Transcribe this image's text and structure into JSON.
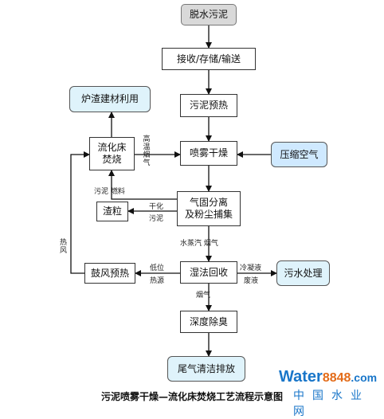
{
  "nodes": {
    "dewatered_sludge": "脱水污泥",
    "receive_store": "接收/存储/输送",
    "slag_reuse": "炉渣建材利用",
    "sludge_preheat": "污泥预热",
    "fluid_bed": "流化床\n焚烧",
    "spray_dry": "喷雾干燥",
    "compressed_air": "压缩空气",
    "gas_solid_sep": "气固分离\n及粉尘捕集",
    "slag_silo": "渣粒",
    "air_preheat": "鼓风预热",
    "wet_recovery": "湿法回收",
    "wastewater": "污水处理",
    "deep_deodor": "深度除臭",
    "exhaust": "尾气清洁排放"
  },
  "edge_labels": {
    "hot_gas": "高温烟气",
    "sludge_fuel": "污泥 燃料",
    "dried_sludge_1": "干化",
    "dried_sludge_2": "污泥",
    "hot_air": "热风",
    "vapor_gas": "水蒸汽 烟气",
    "low_heat_1": "低位",
    "low_heat_2": "热源",
    "condensate": "冷凝液",
    "waste_liquid": "废液",
    "flue_gas": "烟气"
  },
  "caption": "污泥喷雾干燥—流化床焚烧工艺流程示意图",
  "logo": {
    "main": "Water",
    "number": "8848",
    "suffix": ".com",
    "sub": "中国水业网"
  }
}
